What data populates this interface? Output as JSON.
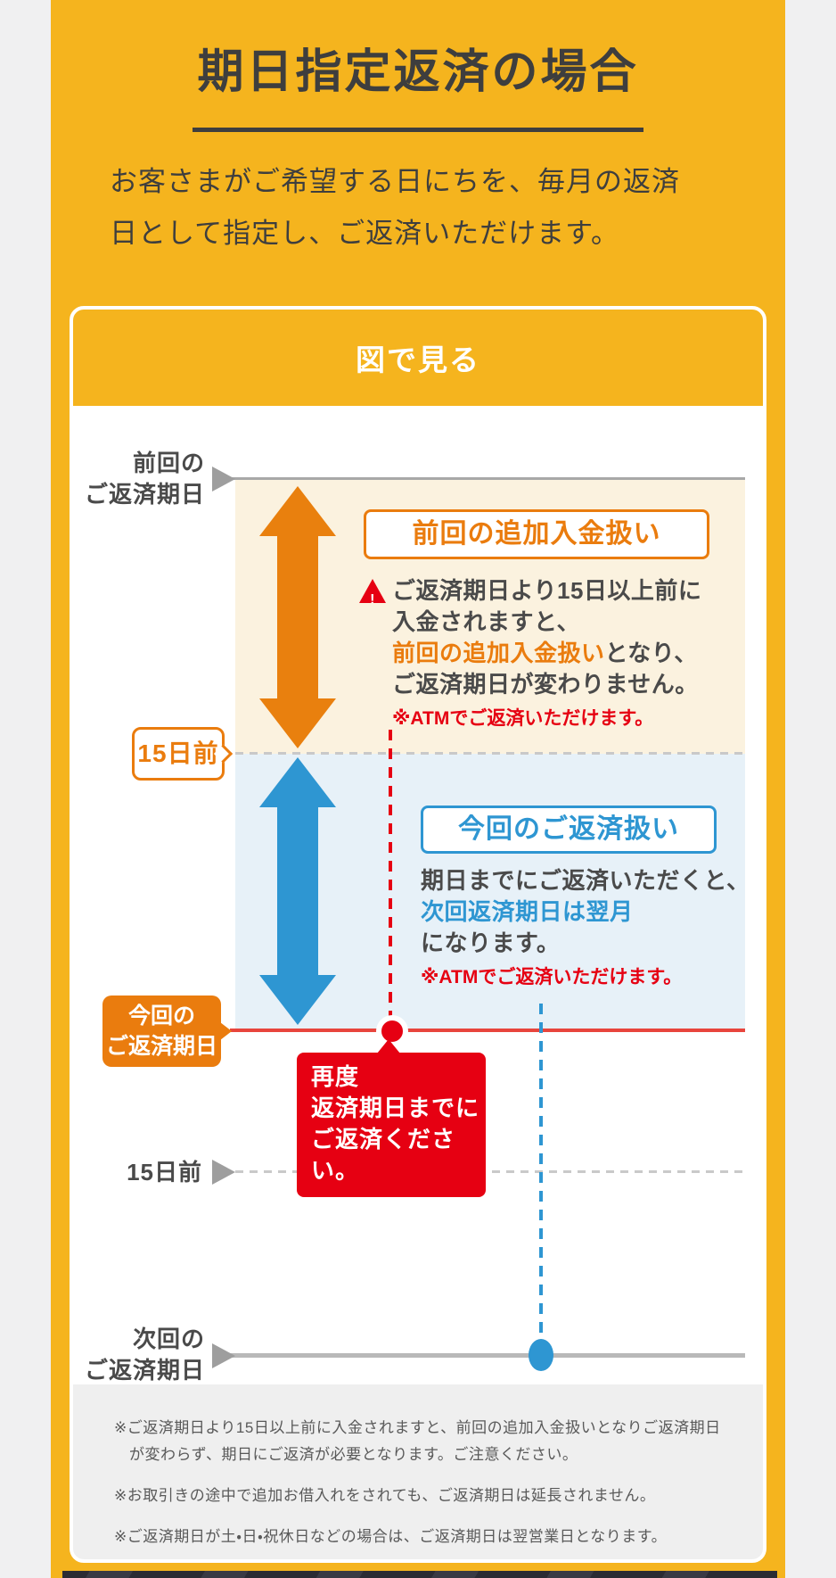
{
  "page": {
    "title": "期日指定返済の場合",
    "intro_lines": [
      "お客さまがご希望する日にちを、毎月の返済",
      "日として指定し、ご返済いただけます。"
    ]
  },
  "card": {
    "header_label": "図で見る"
  },
  "timeline": {
    "prev_due_label": [
      "前回の",
      "ご返済期日"
    ],
    "fifteen_days_top_label": "15日前",
    "current_due_label": [
      "今回の",
      "ご返済期日"
    ],
    "fifteen_days_bottom_label": "15日前",
    "next_due_label": [
      "次回の",
      "ご返済期日"
    ]
  },
  "prev_section": {
    "title": "前回の追加入金扱い",
    "body_line1": "ご返済期日より15日以上前に",
    "body_line2": "入金されますと、",
    "body_line3_highlight": "前回の追加入金扱い",
    "body_line3_rest": "となり、",
    "body_line4": "ご返済期日が変わりません。",
    "atm_note": "※ATMでご返済いただけます。"
  },
  "current_section": {
    "title": "今回のご返済扱い",
    "body_line1": "期日までにご返済いただくと、",
    "body_line2_highlight": "次回返済期日は翌月",
    "body_line3": "になります。",
    "atm_note": "※ATMでご返済いただけます。"
  },
  "callout": {
    "lines": [
      "再度",
      "返済期日までに",
      "ご返済ください。"
    ]
  },
  "notes": [
    "※ご返済期日より15日以上前に入金されますと、前回の追加入金扱いとなりご返済期日が変わらず、期日にご返済が必要となります。ご注意ください。",
    "※お取引きの途中で追加お借入れをされても、ご返済期日は延長されません。",
    "※ご返済期日が土・日・祝休日などの場合は、ご返済期日は翌営業日となります。"
  ],
  "icons": {
    "warning": "filled-triangle-exclamation",
    "timeline_marker": "right-triangle",
    "payment_point_current": "red-circle-dot",
    "payment_point_next": "blue-circle-dot"
  },
  "colors": {
    "page_background": "#F0F0F1",
    "brand_orange": "#F5B41E",
    "accent_orange": "#EA7C0E",
    "accent_blue": "#2E96D2",
    "alert_red": "#E60012",
    "text_dark": "#3E3E3E",
    "label_gray": "#4A4A4A",
    "cream_zone": "#FBF2DF",
    "blue_zone": "#E7F1F8",
    "notes_background": "#EFEFEF"
  }
}
